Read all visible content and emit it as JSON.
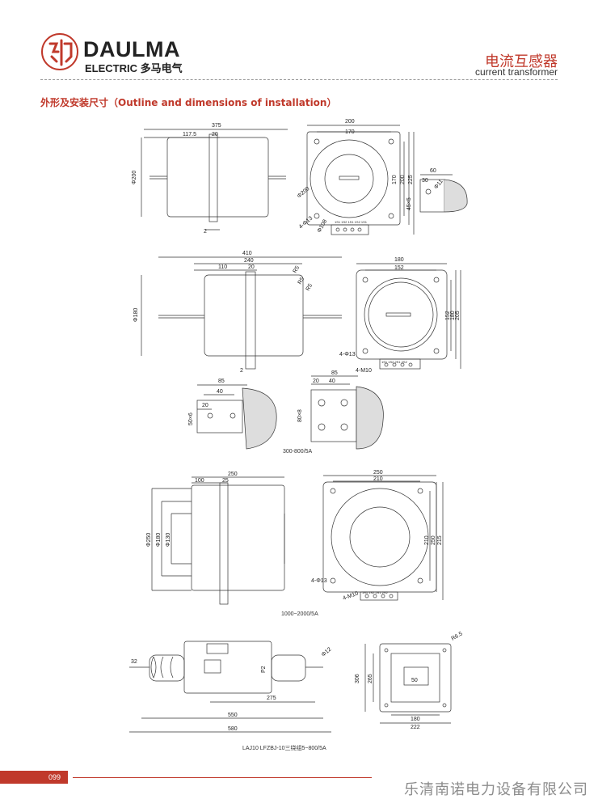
{
  "header": {
    "brand": "DAULMA",
    "brand_sub": "ELECTRIC 多马电气",
    "category_cn": "电流互感器",
    "category_en": "current transformer"
  },
  "section": {
    "title": "外形及安装尺寸（Outline and dimensions of installation）"
  },
  "drawings": {
    "d1": {
      "len": "375",
      "sub": "117.5",
      "gap": "20",
      "dia": "Φ200",
      "foot": "2",
      "fw": "200",
      "fw2": "170",
      "h1": "170",
      "h2": "200",
      "h3": "225",
      "hole": "4-Φ13",
      "dia2": "Φ200",
      "dia3": "Φ108",
      "slot": "45×5",
      "terms": "1S1 1S2 1S1 1S2 1S1",
      "dw1": "60",
      "dw2": "30",
      "dr": "Φ11"
    },
    "d2": {
      "len": "410",
      "len2": "240",
      "sub": "110",
      "gap": "20",
      "r1": "R5",
      "r2": "R5",
      "r3": "R5",
      "dia": "Φ180",
      "foot": "2",
      "fw": "180",
      "fw2": "152",
      "h1": "152",
      "h2": "180",
      "h3": "205",
      "hole": "4-Φ13",
      "m": "4-M10",
      "terms": "1S1 1S2 2S1 2S2"
    },
    "d3": {
      "a1": "85",
      "a2": "40",
      "a3": "20",
      "ah": "50×6",
      "b1": "85",
      "b2": "20",
      "b3": "40",
      "bh": "80×8",
      "cap": "300-800/5A"
    },
    "d4": {
      "len": "250",
      "sub": "100",
      "gap": "25",
      "d1": "Φ250",
      "d2": "Φ180",
      "d3": "Φ130",
      "fw": "250",
      "fw2": "210",
      "h1": "210",
      "h2": "250",
      "h3": "215",
      "hole": "4-Φ13",
      "m": "4-M10",
      "terms": "1S1 1S2 2S1 2S2",
      "cap": "1000~2000/5A"
    },
    "d5": {
      "w32": "32",
      "p2": "P2",
      "dia": "Φ12",
      "l275": "275",
      "l550": "550",
      "l580": "580",
      "h306": "306",
      "h265": "265",
      "w180": "180",
      "w222": "222",
      "r": "R6.5",
      "plate": "50",
      "cap": "LAJ10 LFZBJ-10三绕组5~800/5A"
    }
  },
  "footer": {
    "page": "099",
    "company": "乐清南诺电力设备有限公司"
  }
}
